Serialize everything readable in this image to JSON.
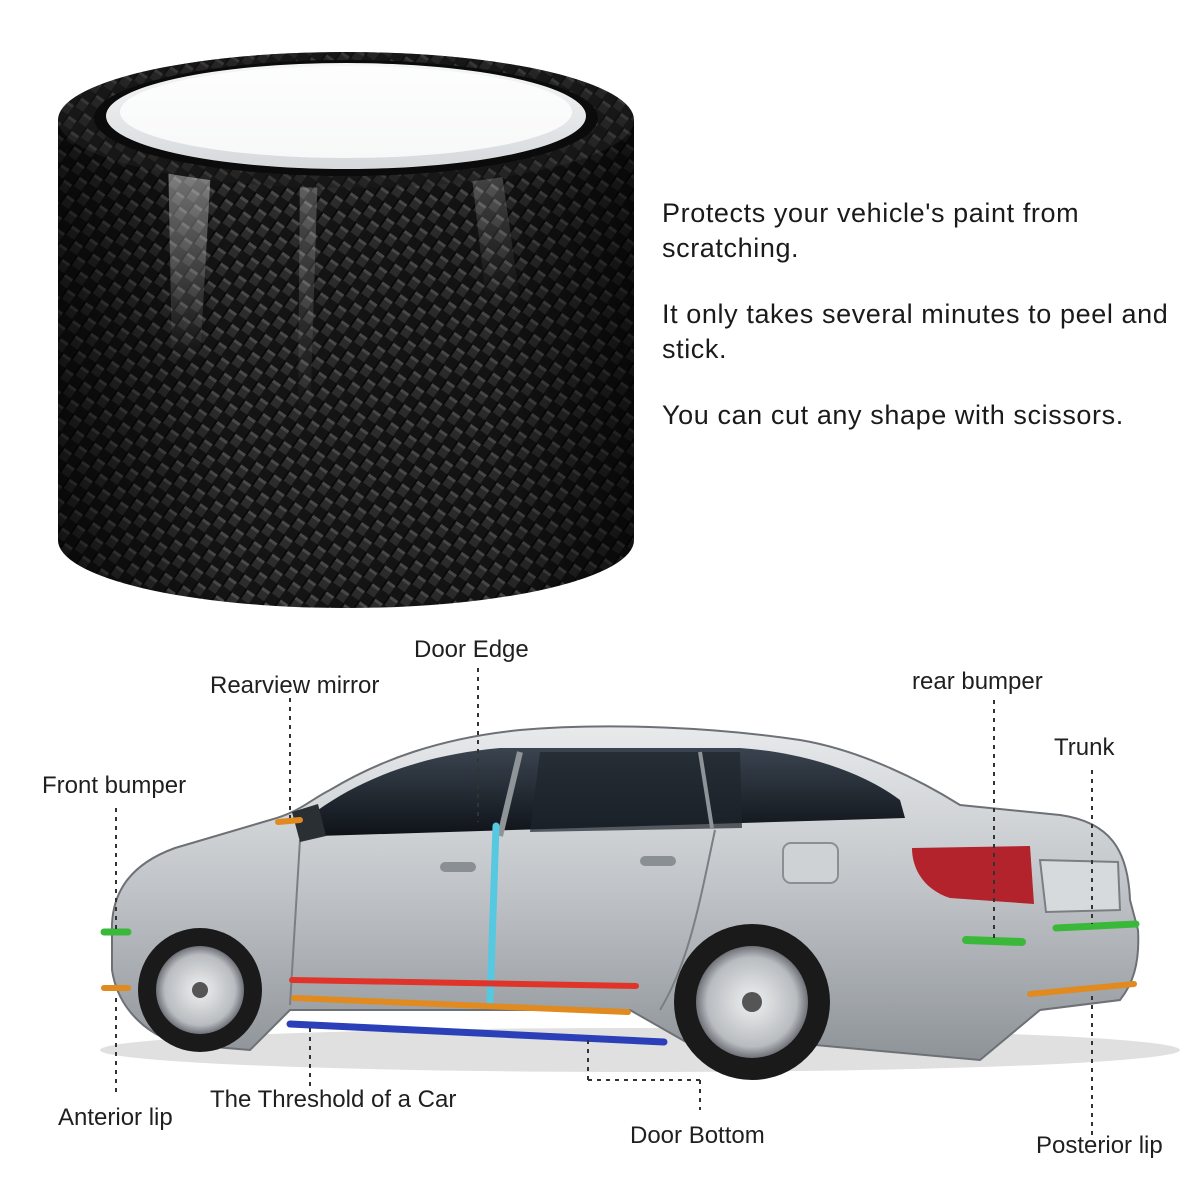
{
  "features": [
    "Protects your vehicle's paint from scratching.",
    "It only takes several minutes to peel and stick.",
    "You can cut any shape with scissors."
  ],
  "labels": {
    "door_edge": "Door Edge",
    "rearview_mirror": "Rearview mirror",
    "rear_bumper": "rear bumper",
    "trunk": "Trunk",
    "front_bumper": "Front bumper",
    "anterior_lip": "Anterior lip",
    "threshold": "The Threshold of a Car",
    "door_bottom": "Door Bottom",
    "posterior_lip": "Posterior lip"
  },
  "colors": {
    "door_edge": "#56c8e0",
    "rearview_mirror": "#e08a20",
    "front_bumper": "#3ab83a",
    "anterior_lip": "#e08a20",
    "door_bottom_red": "#e0342a",
    "door_bottom_orange": "#e08a20",
    "threshold": "#2a3fb8",
    "rear_bumper": "#3ab83a",
    "trunk": "#3ab83a",
    "posterior_lip": "#e08a20"
  },
  "icons": [
    "carbon-fiber-tape-roll",
    "sedan-car"
  ]
}
